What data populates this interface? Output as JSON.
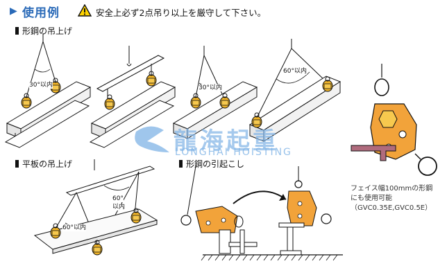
{
  "header": {
    "title": "使用例",
    "warning_text": "安全上必ず2点吊り以上を厳守して下さい。",
    "warning_icon": "warning-triangle-icon"
  },
  "sections": {
    "shape_steel_lift": "形鋼の吊上げ",
    "flat_plate_lift": "平板の吊上げ",
    "shape_steel_pull": "形鋼の引起こし"
  },
  "angles": {
    "a1": "30°以内",
    "a2": "30°以内",
    "a3": "60°以内",
    "a4_top": "60°",
    "a4_bottom": "以内",
    "a5": "60°以内"
  },
  "watermark": {
    "cn": "龍海起重",
    "en": "LONGHAI HOISTING"
  },
  "note": {
    "line1": "フェイス幅100mmの形鋼",
    "line2": "にも使用可能",
    "line3": "（GVC0.35E,GVC0.5E）"
  },
  "colors": {
    "title_blue": "#2a6ab8",
    "clamp_yellow": "#f0b429",
    "clamp_orange": "#f2a33a",
    "flange_pink": "#b06b7d",
    "watermark_blue": "#7fb3e6"
  }
}
